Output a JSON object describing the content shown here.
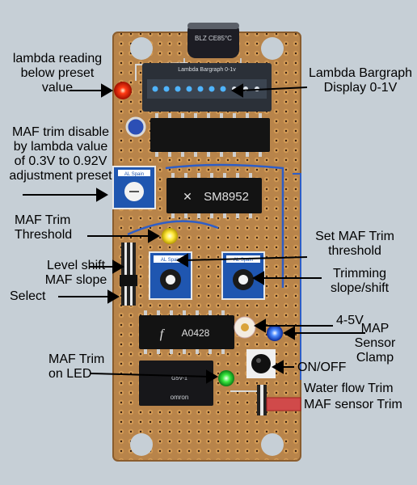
{
  "labels": {
    "lambda_below": "lambda reading\nbelow preset\nvalue",
    "bargraph": "Lambda Bargraph\nDisplay 0-1V",
    "maf_disable": "MAF trim disable\nby lambda value\nof 0.3V to 0.92V\nadjustment preset",
    "maf_threshold": "MAF Trim\nThreshold",
    "set_threshold": "Set MAF Trim\nthreshold",
    "level_shift": "Level shift\nMAF slope",
    "select": "Select",
    "trimming": "Trimming\nslope/shift",
    "v45": "4-5V",
    "map_clamp": "MAP\nSensor Clamp",
    "maf_led": "MAF Trim\non LED",
    "onoff": "ON/OFF",
    "water_flow": "Water flow Trim",
    "maf_sensor": "MAF sensor Trim"
  },
  "board_text": {
    "ic_sm8952": "SM8952",
    "ic_a0428": "A0428",
    "bargraph_print": "Lambda Bargraph\n0-1v",
    "cap_print": "BLZ\nCE85°C",
    "trim_brand": "AL Spain",
    "relay_brand": "omron",
    "relay_code": "G5V-1"
  },
  "colors": {
    "board": "#b8844a",
    "background": "#c6cfd6",
    "led_red": "#ff2a10",
    "led_yellow": "#ffe83a",
    "led_blue": "#3a7bff",
    "led_green": "#34e03a",
    "trimmer_blue": "#1f56b0"
  }
}
